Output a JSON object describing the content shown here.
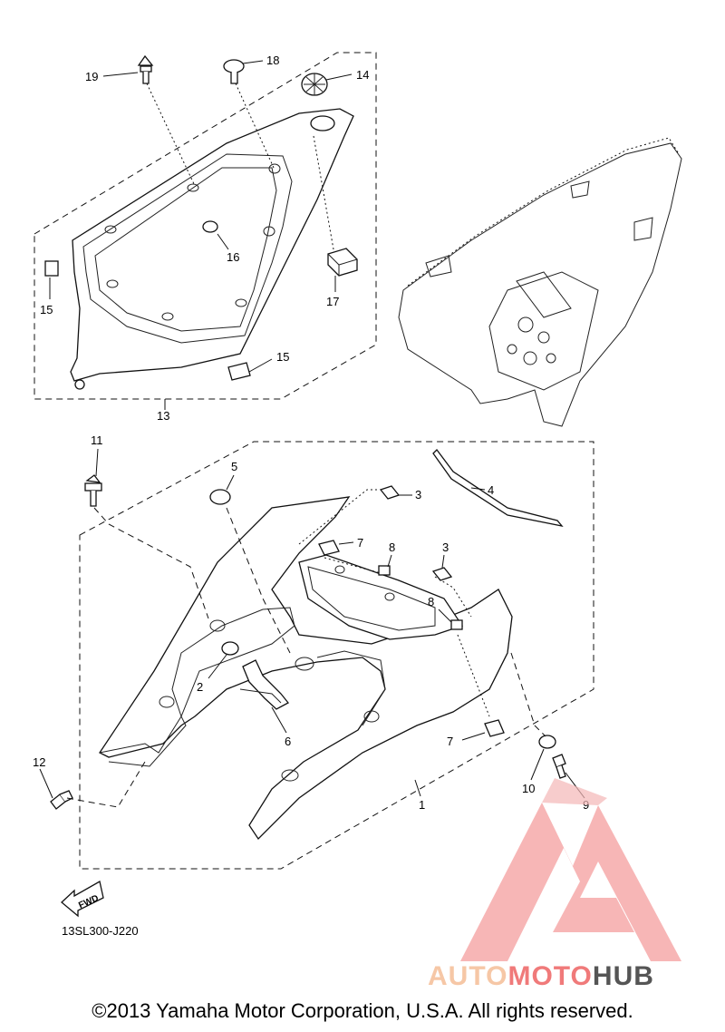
{
  "diagram": {
    "callouts": {
      "c1": "1",
      "c2": "2",
      "c3a": "3",
      "c3b": "3",
      "c4": "4",
      "c5": "5",
      "c6": "6",
      "c7a": "7",
      "c7b": "7",
      "c8a": "8",
      "c8b": "8",
      "c9": "9",
      "c10": "10",
      "c11": "11",
      "c12": "12",
      "c13": "13",
      "c14": "14",
      "c15a": "15",
      "c15b": "15",
      "c16": "16",
      "c17": "17",
      "c18": "18",
      "c19": "19"
    },
    "fwd_label": "FWD",
    "figure_code": "13SL300-J220"
  },
  "watermark": {
    "brand_part1": "AUTO",
    "brand_part2": "MOTO",
    "brand_part3": "HUB",
    "color_light": "#f6c7a6",
    "color_accent": "#f07a7a",
    "color_dark": "#555555"
  },
  "footer": {
    "copyright": "©2013 Yamaha Motor Corporation, U.S.A. All rights reserved."
  }
}
